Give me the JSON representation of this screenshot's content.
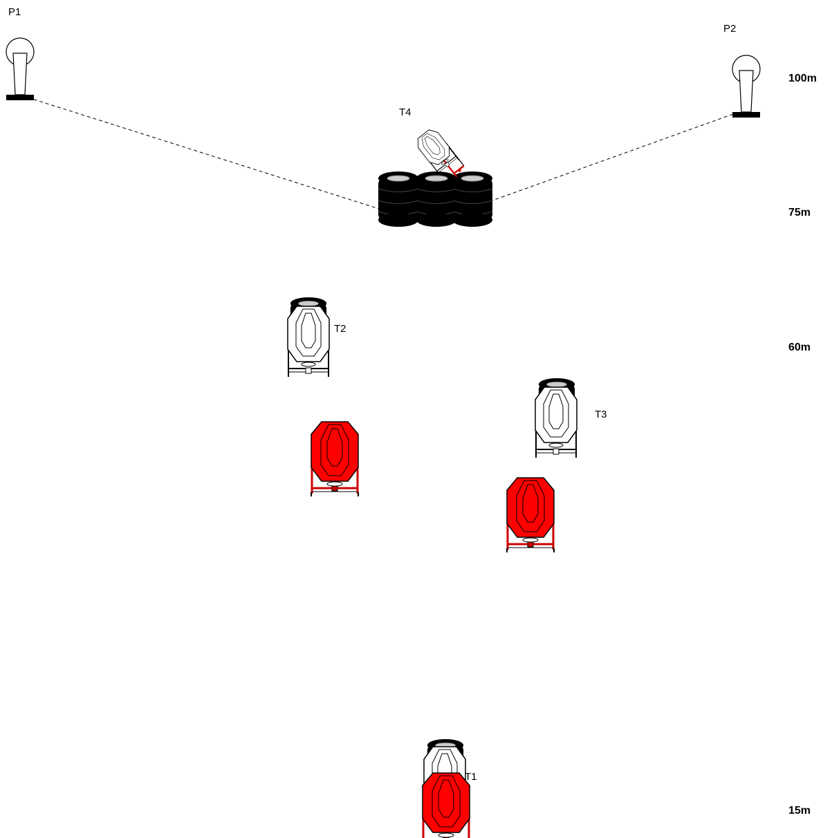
{
  "positions": [
    {
      "id": "p1",
      "label": "P1"
    },
    {
      "id": "p2",
      "label": "P2"
    }
  ],
  "targets": [
    {
      "id": "t1",
      "label": "T1"
    },
    {
      "id": "t2",
      "label": "T2"
    },
    {
      "id": "t3",
      "label": "T3"
    },
    {
      "id": "t4",
      "label": "T4"
    }
  ],
  "distances": [
    "100m",
    "75m",
    "60m",
    "15m"
  ],
  "colors": {
    "target_white": "#ffffff",
    "no_shoot_red": "#ff0000",
    "tire_black": "#000000",
    "tire_rim": "#cccccc",
    "outline": "#000000",
    "stand_red": "#cc0000"
  }
}
